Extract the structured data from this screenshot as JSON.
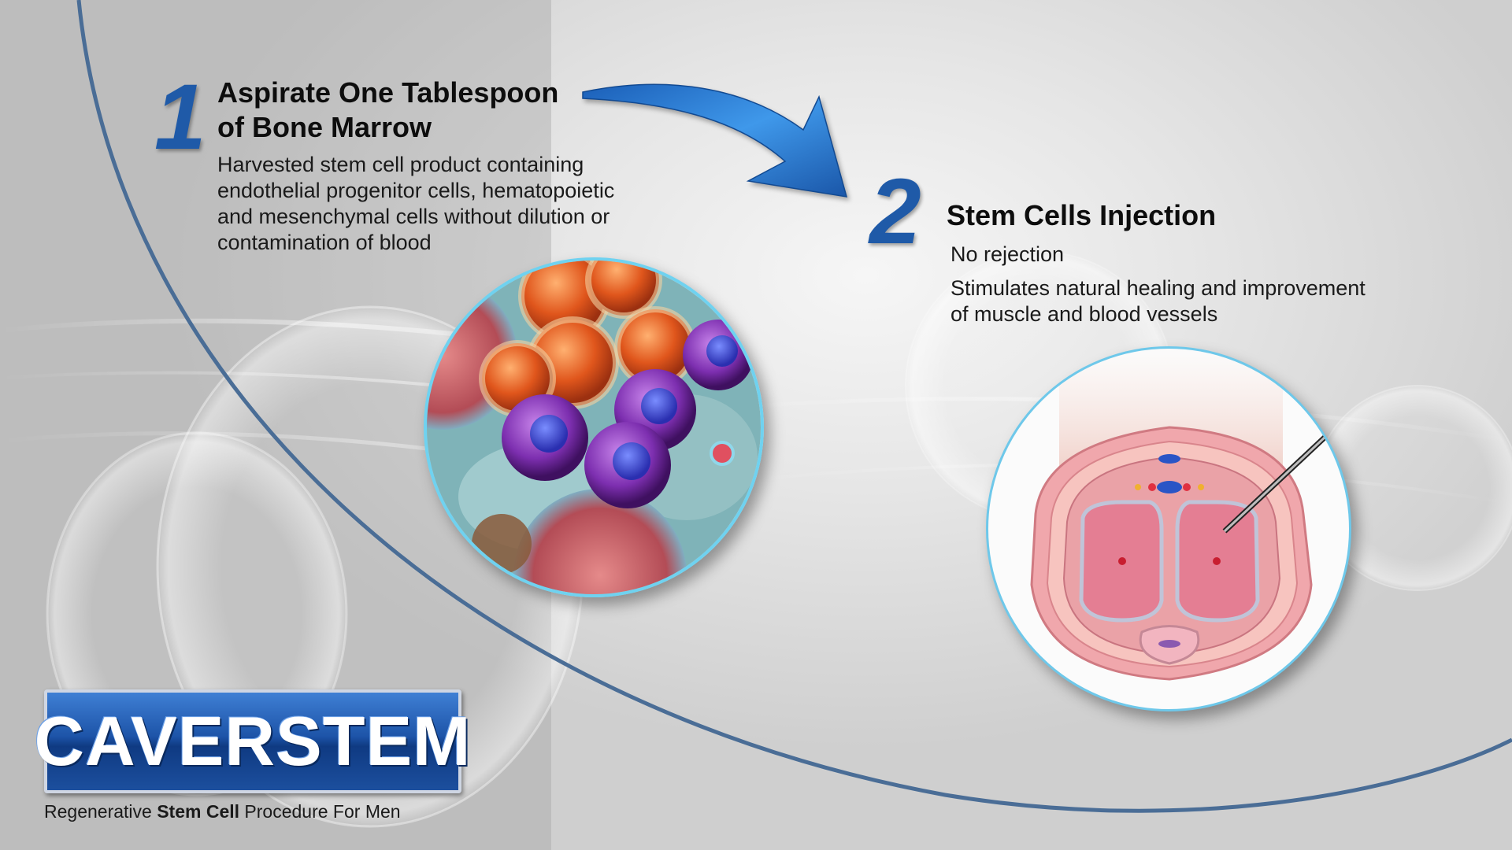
{
  "step1": {
    "number": "1",
    "title_line1": "Aspirate One Tablespoon",
    "title_line2": "of Bone Marrow",
    "body_line1": "Harvested stem cell product containing",
    "body_line2": "endothelial progenitor cells, hematopoietic",
    "body_line3": "and mesenchymal cells without dilution or",
    "body_line4": "contamination of blood"
  },
  "step2": {
    "number": "2",
    "title": "Stem Cells Injection",
    "point1": "No rejection",
    "point2_line1": "Stimulates natural healing and improvement",
    "point2_line2": "of muscle and blood vessels"
  },
  "logo": {
    "wordmark": "CAVERSTEM",
    "tagline_pre": "Regenerative ",
    "tagline_bold": "Stem Cell",
    "tagline_post": " Procedure For Men"
  },
  "colors": {
    "accent_blue": "#1f5aa8",
    "arrow_blue": "#2a7fd8",
    "curve_blue": "#4a6d96",
    "cell_orange": "#e0561c",
    "cell_purple": "#7d2fb0",
    "tissue_pink": "#f0a7ac"
  },
  "icons": {
    "arrow": "curved-arrow-icon",
    "cells": "stem-cells-illustration",
    "cross_section": "cross-section-illustration"
  }
}
